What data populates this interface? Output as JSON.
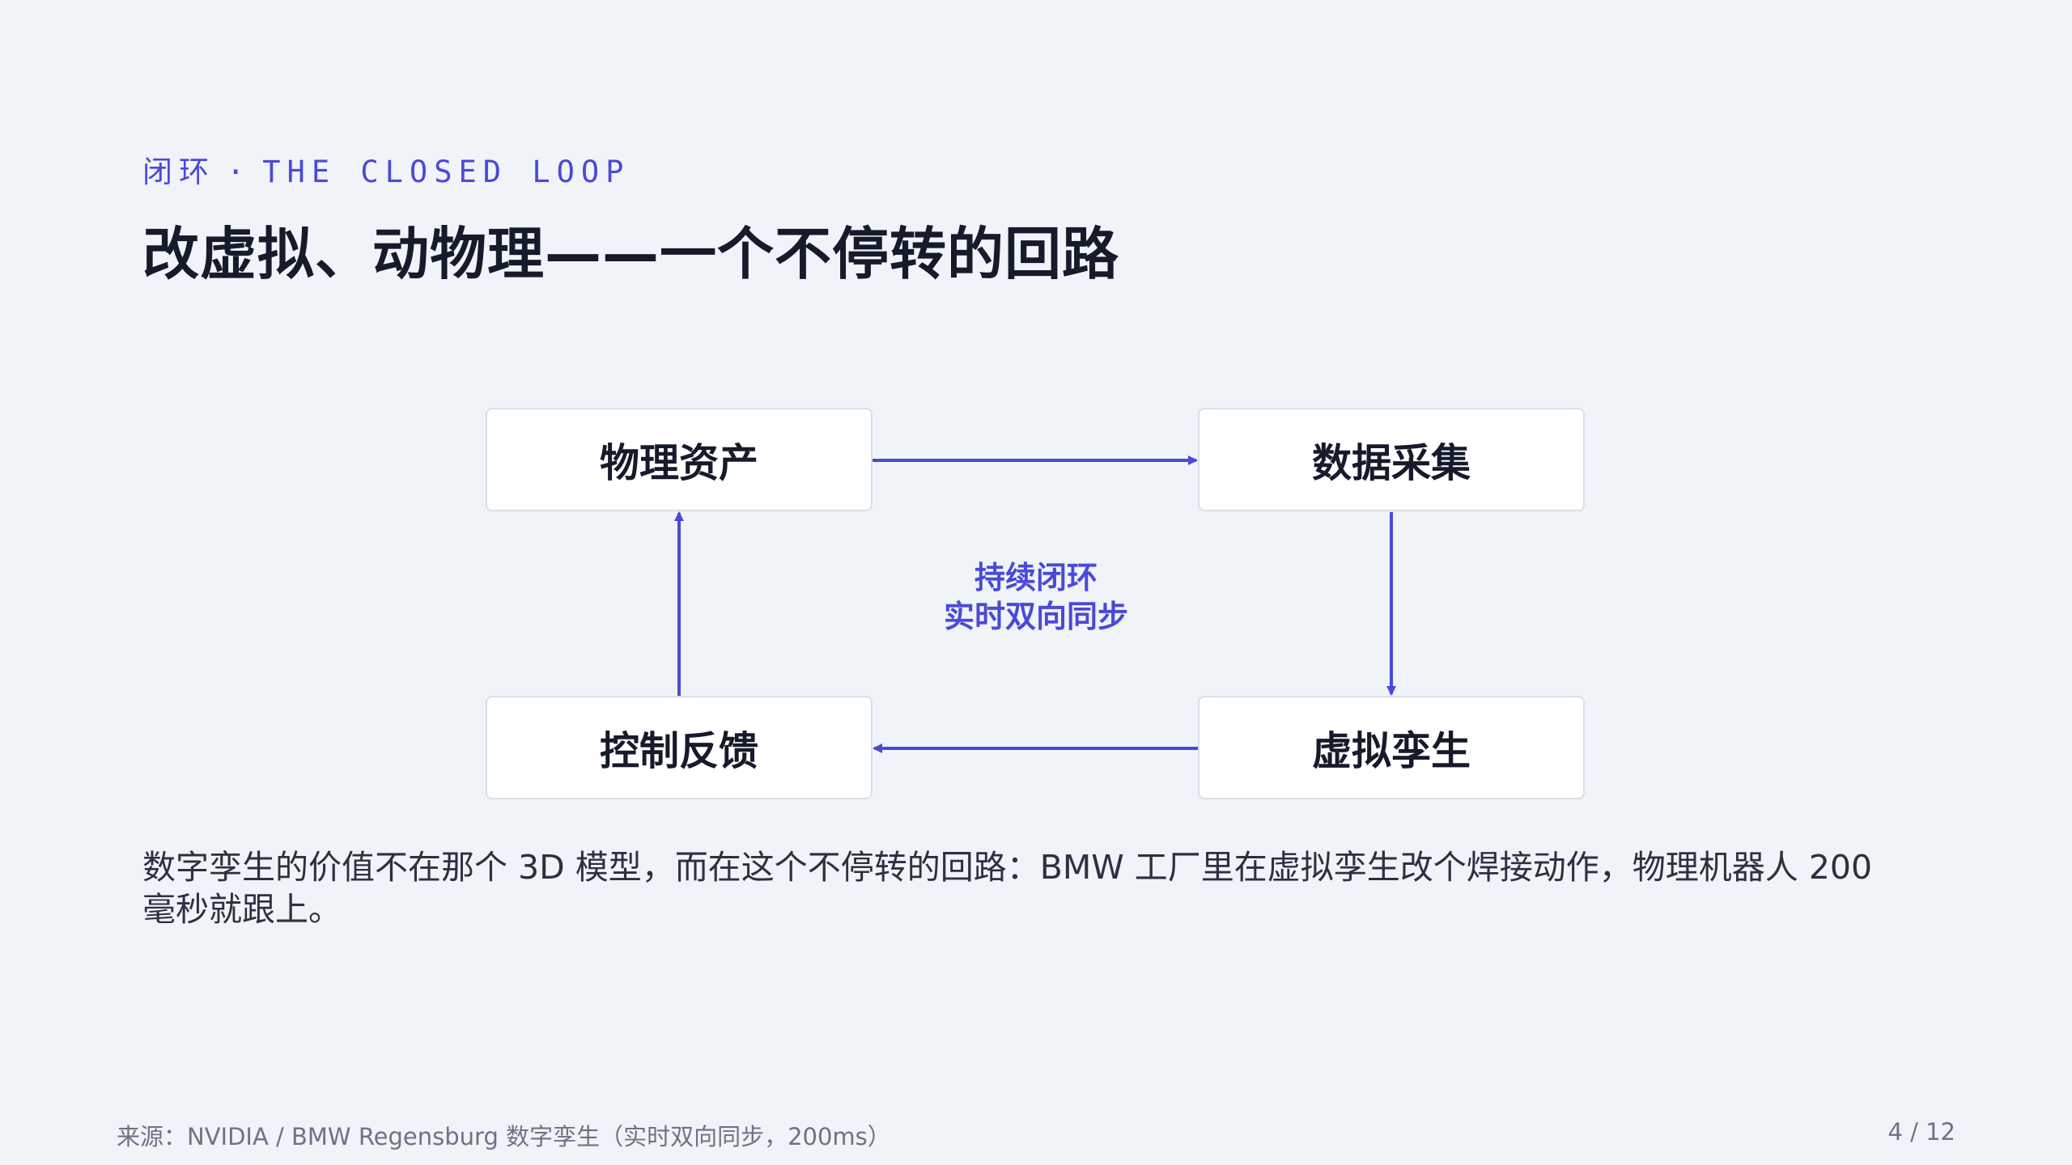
{
  "eyebrow": {
    "cn": "闭环",
    "separator": "·",
    "en": "THE CLOSED LOOP"
  },
  "title": "改虚拟、动物理——一个不停转的回路",
  "diagram": {
    "nodes": {
      "physical": "物理资产",
      "data": "数据采集",
      "twin": "虚拟孪生",
      "control": "控制反馈"
    },
    "center": {
      "line1": "持续闭环",
      "line2": "实时双向同步"
    },
    "flow": [
      "物理资产",
      "数据采集",
      "虚拟孪生",
      "控制反馈",
      "物理资产"
    ],
    "accent_color": "#4a4ad6"
  },
  "description": "数字孪生的价值不在那个 3D 模型，而在这个不停转的回路：BMW 工厂里在虚拟孪生改个焊接动作，物理机器人 200 毫秒就跟上。",
  "footer": {
    "source": "来源：NVIDIA / BMW Regensburg 数字孪生（实时双向同步，200ms）",
    "page": "4 / 12"
  }
}
